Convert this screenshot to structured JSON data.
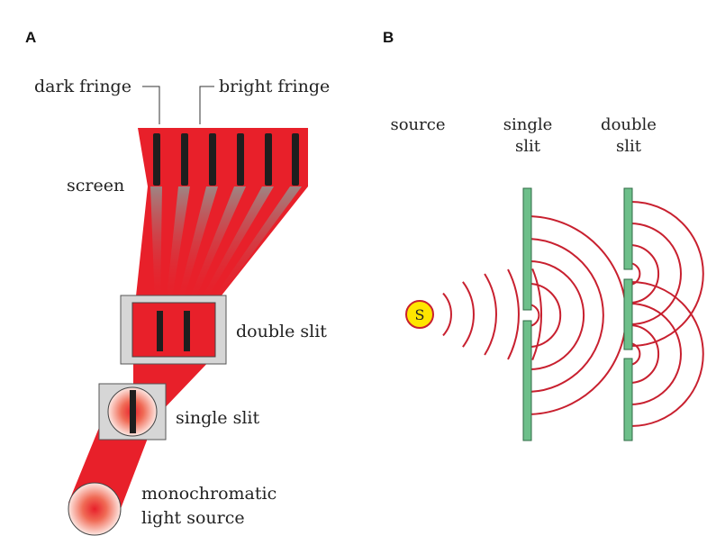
{
  "panels": {
    "a": {
      "letter": "A",
      "labels": {
        "dark_fringe": "dark fringe",
        "bright_fringe": "bright fringe",
        "screen": "screen",
        "double_slit": "double slit",
        "single_slit": "single slit",
        "light_source_line1": "monochromatic",
        "light_source_line2": "light source"
      }
    },
    "b": {
      "letter": "B",
      "labels": {
        "source": "source",
        "single_slit_line1": "single",
        "single_slit_line2": "slit",
        "double_slit_line1": "double",
        "double_slit_line2": "slit",
        "source_symbol": "S"
      }
    }
  },
  "colors": {
    "beam_red": "#e8202a",
    "wave_red": "#c8202f",
    "barrier_green": "#6dbf8a",
    "slit_frame_gray": "#d6d6d6",
    "source_yellow": "#ffe600",
    "fringe_dark": "#1e1e1e"
  }
}
